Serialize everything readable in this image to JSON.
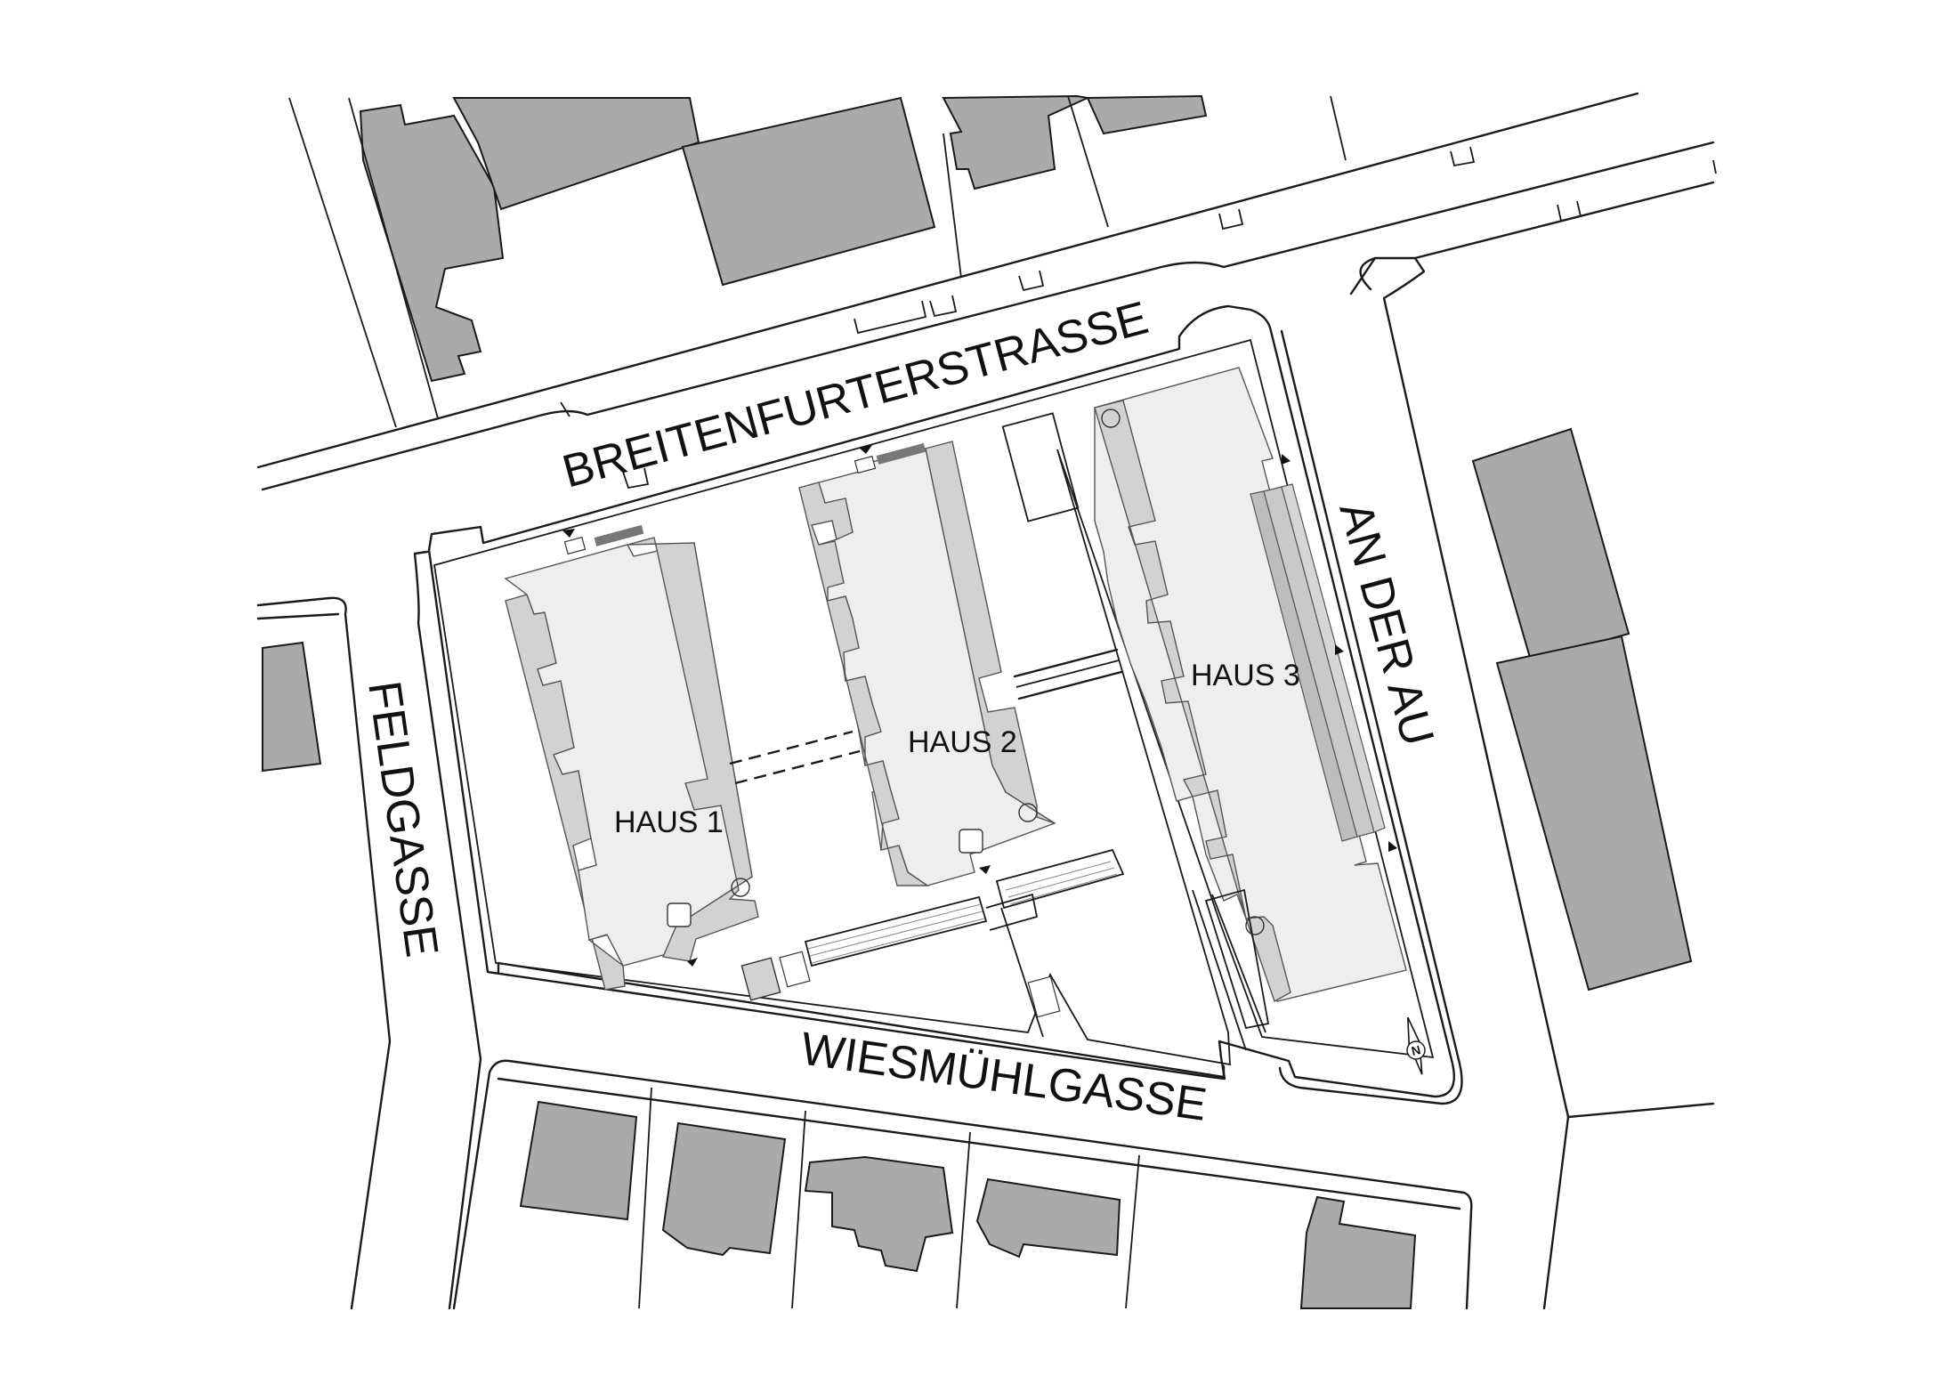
{
  "streets": {
    "breitenfurterstrasse": "BREITENFURTERSTRASSE",
    "feldgasse": "FELDGASSE",
    "wiesmuehlgasse": "WIESMÜHLGASSE",
    "an_der_au": "AN DER AU"
  },
  "houses": {
    "haus1": "HAUS 1",
    "haus2": "HAUS 2",
    "haus3": "HAUS 3"
  },
  "north_arrow": "N",
  "colors": {
    "neighbor_building": "#aaaaaa",
    "planned_building": "#eeeeee",
    "planned_building_shade": "#d2d2d2",
    "deep_shade": "#bdbdbd",
    "lines": "#1a1a1a",
    "background": "#ffffff"
  }
}
